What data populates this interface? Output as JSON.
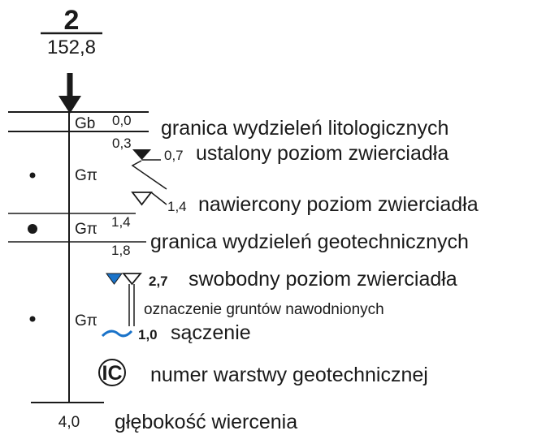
{
  "borehole": {
    "number": "2",
    "elevation": "152,8",
    "final_depth": "4,0"
  },
  "layers": [
    {
      "soil": "Gb",
      "depth_top": "0,0",
      "depth_bottom": "0,3"
    },
    {
      "soil": "Gπ",
      "depth_bottom": "1,4"
    },
    {
      "soil": "Gπ",
      "depth_bottom": "1,8"
    },
    {
      "soil": "Gπ"
    }
  ],
  "water": {
    "stable_level": "0,7",
    "drilled_level": "1,4",
    "free_level": "2,7",
    "seepage": "1,0"
  },
  "legend": {
    "lithologic_boundary": "granica wydzieleń litologicznych",
    "stable_water": "ustalony poziom zwierciadła",
    "drilled_water": "nawiercony poziom zwierciadła",
    "geotechnical_boundary": "granica wydzieleń geotechnicznych",
    "free_water": "swobodny poziom zwierciadła",
    "saturated_soils": "oznaczenie gruntów nawodnionych",
    "seepage": "sączenie",
    "layer_badge": "IC",
    "layer_number": "numer warstwy geotechnicznej",
    "depth": "głębokość wiercenia"
  },
  "colors": {
    "ink": "#1a1a1a",
    "water_blue": "#1a73c9"
  }
}
